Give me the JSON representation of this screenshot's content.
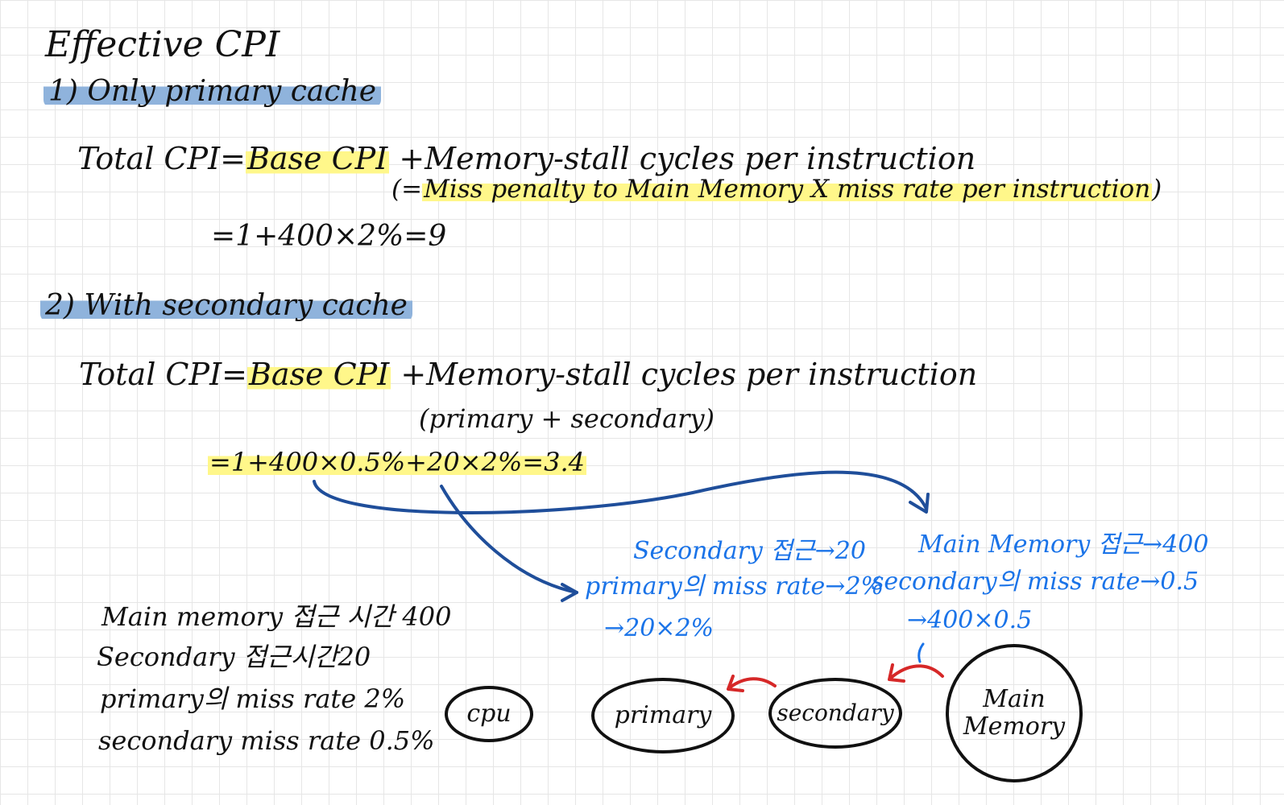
{
  "title": "Effective CPI",
  "section1": {
    "heading": "1) Only primary cache",
    "formula_prefix": "Total CPI=",
    "base_cpi": "Base CPI",
    "formula_rest": "+Memory-stall cycles per instruction",
    "note_open": "(=",
    "note_highlight": "Miss penalty to Main Memory X miss rate per instruction",
    "note_close": ")",
    "calc": "=1+400×2%=9"
  },
  "section2": {
    "heading": "2) With secondary cache",
    "formula_prefix": "Total CPI=",
    "base_cpi": "Base CPI",
    "formula_rest": "+Memory-stall cycles per instruction",
    "note": "(primary + secondary)",
    "calc": "=1+400×0.5%+20×2%=3.4"
  },
  "annotations": {
    "secondary": {
      "line1": "Secondary 접근→20",
      "line2": "primary의 miss rate→2%",
      "line3": "→20×2%"
    },
    "main": {
      "line1": "Main Memory 접근→400",
      "line2": "secondary의 miss rate→0.5",
      "line3": "→400×0.5"
    }
  },
  "given": {
    "line1": "Main memory 접근 시간 400",
    "line2": "Secondary 접근시간20",
    "line3": "primary의 miss rate 2%",
    "line4": "secondary miss rate 0.5%"
  },
  "diagram": {
    "cpu": "cpu",
    "primary": "primary",
    "secondary": "secondary",
    "main_memory": "Main\nMemory"
  },
  "colors": {
    "ink": "#111111",
    "blue_ink": "#1a73e8",
    "arrow_blue": "#1f4e9a",
    "arrow_red": "#d62828",
    "highlight_yellow": "#fff78a",
    "highlight_blue": "#8fb3dc"
  }
}
